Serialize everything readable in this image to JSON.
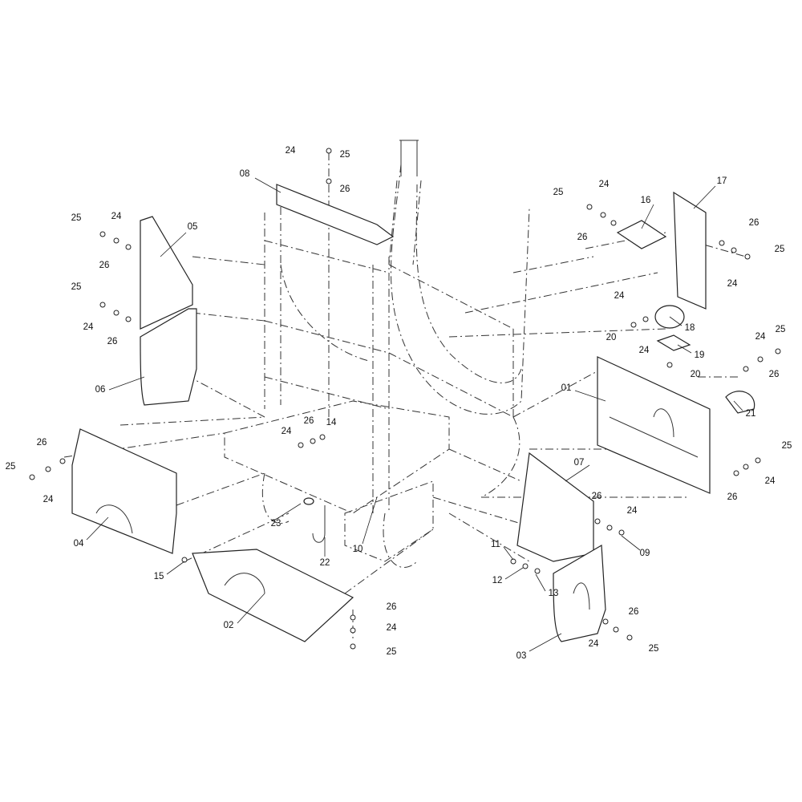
{
  "diagram": {
    "title": "Exploded parts diagram",
    "callouts": {
      "p01": "01",
      "p02": "02",
      "p03": "03",
      "p04": "04",
      "p05": "05",
      "p06": "06",
      "p07": "07",
      "p08": "08",
      "p09": "09",
      "p10": "10",
      "p11": "11",
      "p12": "12",
      "p13": "13",
      "p14": "14",
      "p15": "15",
      "p16": "16",
      "p17": "17",
      "p18": "18",
      "p19": "19",
      "p20": "20",
      "p21": "21",
      "p22": "22",
      "p23": "23",
      "p24": "24",
      "p25": "25",
      "p26": "26"
    }
  }
}
